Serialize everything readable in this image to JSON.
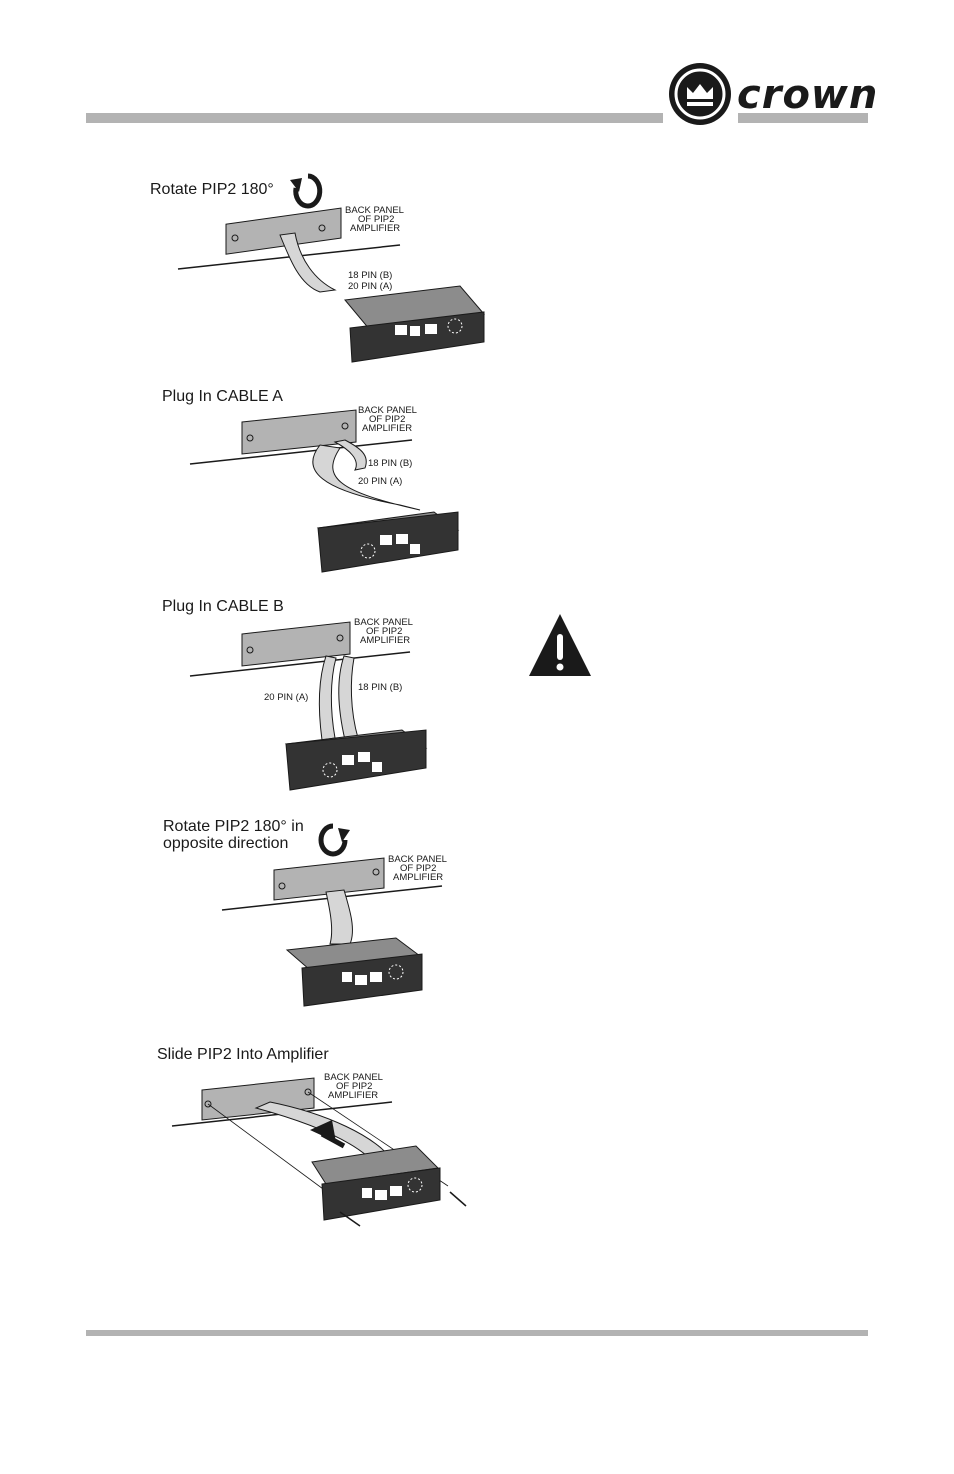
{
  "brand": {
    "name": "crown"
  },
  "steps": [
    {
      "title": "Rotate PIP2 180°",
      "labels": {
        "back_panel": [
          "BACK PANEL",
          "OF PIP2",
          "AMPLIFIER"
        ],
        "pin_b": "18 PIN (B)",
        "pin_a": "20 PIN (A)"
      }
    },
    {
      "title": "Plug In CABLE A",
      "labels": {
        "back_panel": [
          "BACK PANEL",
          "OF PIP2",
          "AMPLIFIER"
        ],
        "pin_b": "18 PIN (B)",
        "pin_a": "20 PIN (A)"
      }
    },
    {
      "title": "Plug In CABLE B",
      "labels": {
        "back_panel": [
          "BACK PANEL",
          "OF PIP2",
          "AMPLIFIER"
        ],
        "pin_b": "18 PIN (B)",
        "pin_a": "20 PIN (A)"
      }
    },
    {
      "title_line1": "Rotate PIP2 180° in",
      "title_line2": "opposite direction",
      "labels": {
        "back_panel": [
          "BACK PANEL",
          "OF PIP2",
          "AMPLIFIER"
        ]
      }
    },
    {
      "title": "Slide PIP2 Into Amplifier",
      "labels": {
        "back_panel": [
          "BACK PANEL",
          "OF PIP2",
          "AMPLIFIER"
        ]
      }
    }
  ],
  "icons": {
    "logo": "crown-logo-icon",
    "warning": "warning-triangle-icon",
    "rotate_cw": "rotate-clockwise-icon",
    "rotate_ccw": "rotate-counterclockwise-icon"
  }
}
